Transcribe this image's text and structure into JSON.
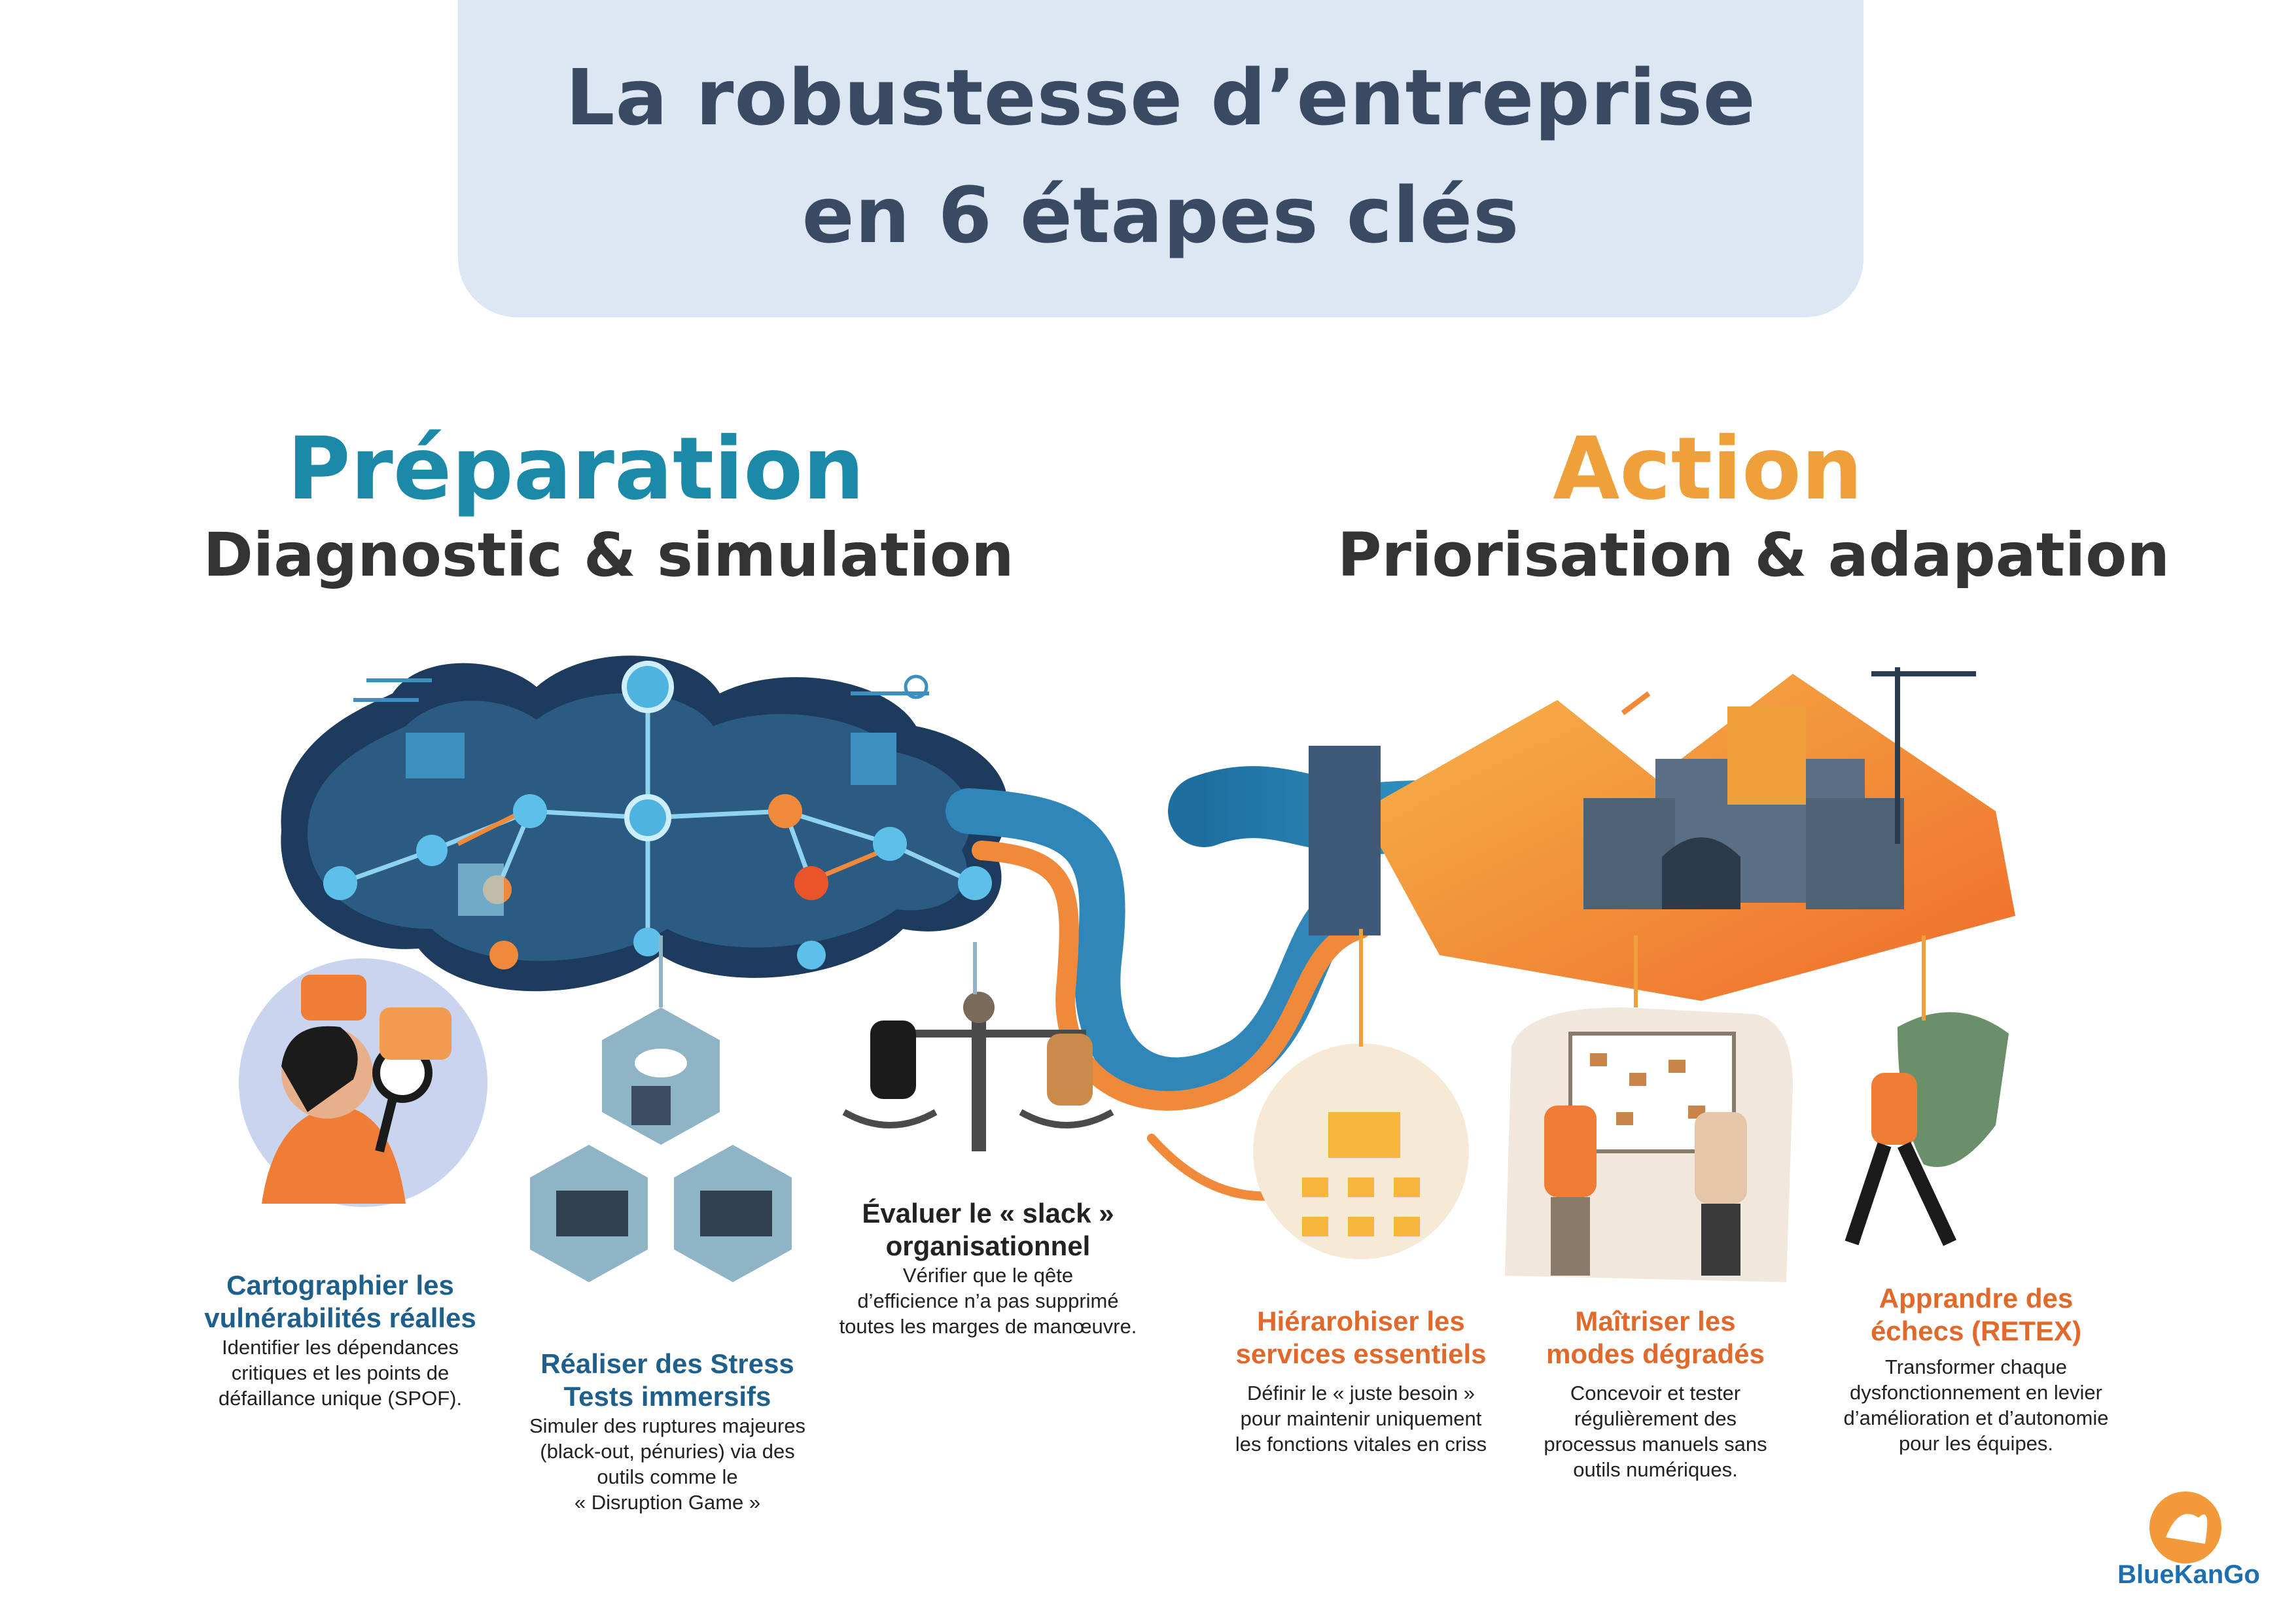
{
  "title": {
    "line1": "La robustesse d’entreprise",
    "line2": "en 6 étapes clés"
  },
  "phases": {
    "preparation": {
      "heading": "Préparation",
      "subtitle": "Diagnostic & simulation",
      "color": "#1a8aa8"
    },
    "action": {
      "heading": "Action",
      "subtitle": "Priorisation & adapation",
      "color": "#f0a03a"
    }
  },
  "steps": [
    {
      "title_l1": "Cartographier les",
      "title_l2": "vulnérabilités réalles",
      "desc_l1": "Identifier les dépendances",
      "desc_l2": "critiques et les points de",
      "desc_l3": "défaillance unique (SPOF)."
    },
    {
      "title_l1": "Réaliser des Stress",
      "title_l2": "Tests immersifs",
      "desc_l1": "Simuler des ruptures majeures",
      "desc_l2": "(black-out, pénuries) via des",
      "desc_l3": "outils comme le",
      "desc_l4": "« Disruption Game »"
    },
    {
      "title_l1": "Évaluer le « slack »",
      "title_l2": "organisationnel",
      "desc_l1": "Vérifier que le qête",
      "desc_l2": "d’efficience n’a pas supprimé",
      "desc_l3": "toutes les marges de manœuvre."
    },
    {
      "title_l1": "Hiérarohiser les",
      "title_l2": "services essentiels",
      "desc_l1": "Définir le « juste besoin »",
      "desc_l2": "pour maintenir uniquement",
      "desc_l3": "les fonctions vitales en criss"
    },
    {
      "title_l1": "Maîtriser les",
      "title_l2": "modes dégradés",
      "desc_l1": "Concevoir et tester",
      "desc_l2": "régulièrement des",
      "desc_l3": "processus manuels sans",
      "desc_l4": "outils numériques."
    },
    {
      "title_l1": "Apprandre des",
      "title_l2": "échecs (RETEX)",
      "desc_l1": "Transformer chaque",
      "desc_l2": "dysfonctionnement en levier",
      "desc_l3": "d’amélioration et d’autonomie",
      "desc_l4": "pour les équipes."
    }
  ],
  "logo": {
    "text": "BlueKanGo"
  },
  "colors": {
    "title_bg": "#dde6f3",
    "title_text": "#3b4a63",
    "network_dark": "#1d3b5c",
    "flow_blue": "#2f86b8",
    "flow_orange": "#f08a3a"
  },
  "icons": [
    "network-map-icon",
    "cloud-server-icon",
    "balance-scale-icon",
    "hierarchy-folder-icon",
    "planning-board-icon",
    "shield-icon",
    "castle-icon"
  ]
}
